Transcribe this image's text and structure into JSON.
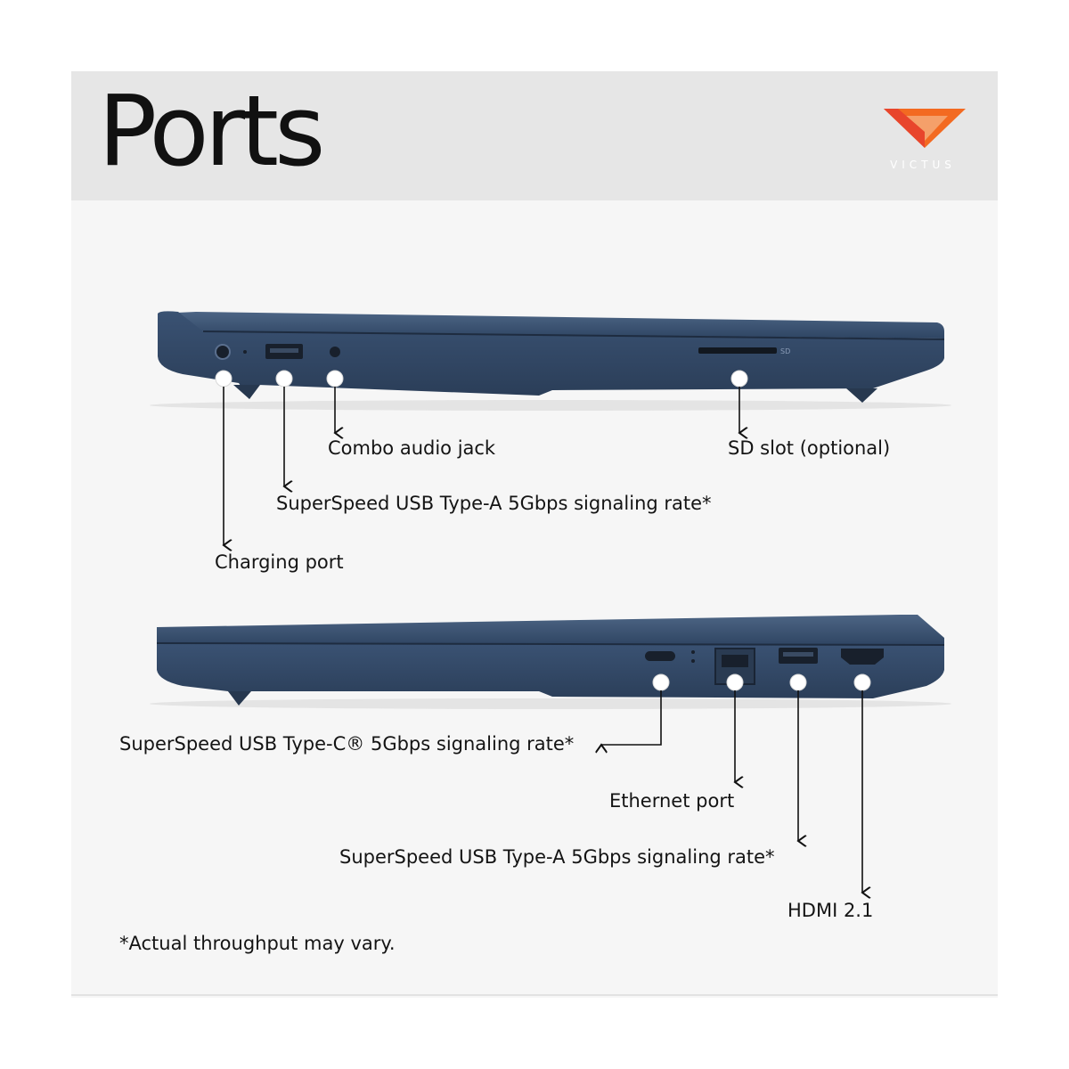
{
  "page": {
    "title": "Ports",
    "brand": "VICTUS",
    "footnote": "*Actual throughput may vary."
  },
  "left_side": {
    "ports": [
      {
        "label": "Charging port"
      },
      {
        "label": "SuperSpeed USB Type-A 5Gbps signaling rate*"
      },
      {
        "label": "Combo audio jack"
      },
      {
        "label": "SD slot (optional)"
      }
    ],
    "chassis_marks": {
      "sd": "SD"
    }
  },
  "right_side": {
    "ports": [
      {
        "label": "SuperSpeed USB Type-C® 5Gbps signaling rate*"
      },
      {
        "label": "Ethernet port"
      },
      {
        "label": "SuperSpeed USB Type-A 5Gbps signaling rate*"
      },
      {
        "label": "HDMI 2.1"
      }
    ]
  },
  "colors": {
    "chassis": "#344b68",
    "chassis_dark": "#27384f",
    "chassis_light": "#4d6585",
    "logo_orange": "#f36a21",
    "logo_red": "#e8452c",
    "header_bg": "#e6e6e6",
    "text": "#141414"
  },
  "icons": [
    "victus-logo-icon",
    "callout-dot-icon",
    "arrow-down-icon",
    "arrow-left-icon"
  ]
}
